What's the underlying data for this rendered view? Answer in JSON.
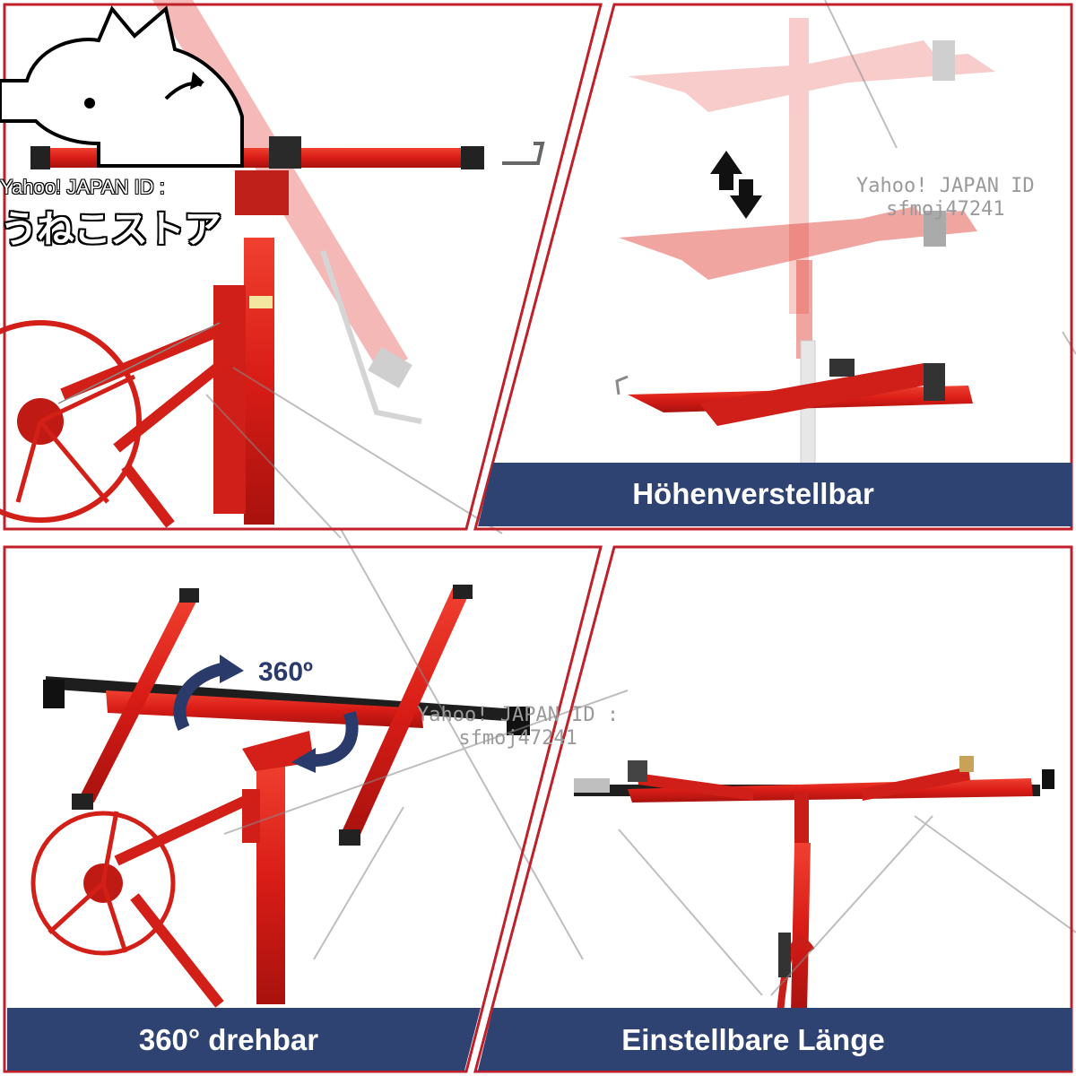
{
  "panels": {
    "top_left": {
      "caption": ""
    },
    "top_right": {
      "caption": "Höhenverstellbar"
    },
    "bottom_left": {
      "caption": "360° drehbar",
      "rotation_label": "360º"
    },
    "bottom_right": {
      "caption": "Einstellbare Länge"
    }
  },
  "watermarks": {
    "id_line1": "Yahoo! JAPAN ID :",
    "id_line2": "sfmoj47241",
    "id_line1_short": "Yahoo! JAPAN ID",
    "store_logo_text": "うねこストア",
    "store_logo_en": "Yahoo! JAPAN ID :"
  },
  "colors": {
    "frame_red": "#c0202a",
    "banner_navy": "#2e4372",
    "lift_red": "#e0241c",
    "watermark_gray": "#9a9a9a"
  },
  "icons": {
    "height_arrows": "up-down-arrows-icon",
    "rotation": "rotate-arrows-icon",
    "logo": "cat-logo-icon"
  }
}
